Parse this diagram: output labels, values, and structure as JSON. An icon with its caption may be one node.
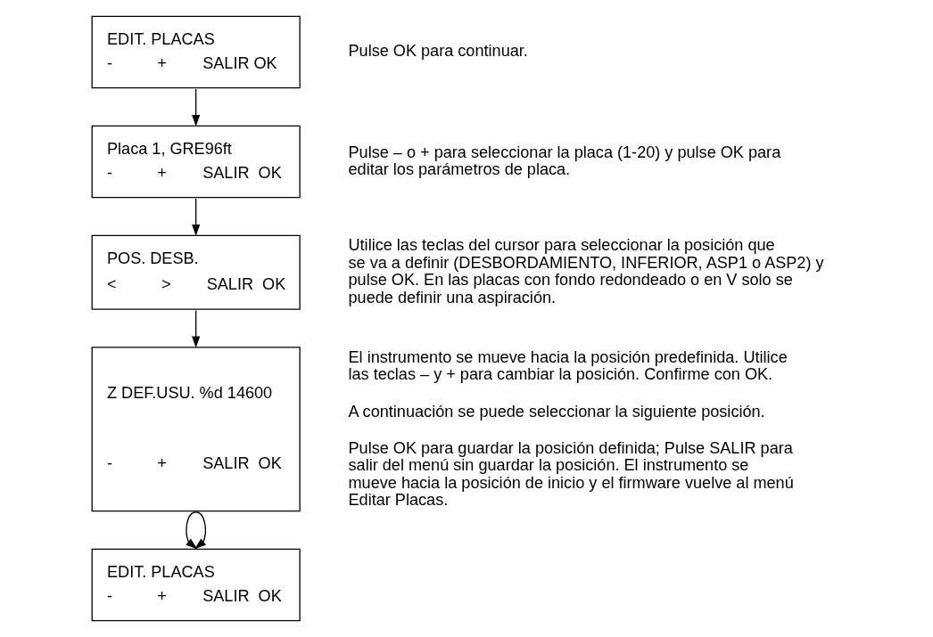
{
  "diagram": {
    "nodes": [
      {
        "text": [
          "EDIT. PLACAS",
          "-          +        SALIR OK"
        ],
        "beside": [
          "Pulse OK para continuar."
        ]
      },
      {
        "text": [
          "Placa 1, GRE96ft",
          "-          +        SALIR  OK"
        ],
        "beside": [
          "Pulse – o + para seleccionar la placa (1-20) y pulse OK para editar los parámetros de placa."
        ]
      },
      {
        "text": [
          "POS. DESB.",
          "<          >        SALIR  OK"
        ],
        "beside": [
          "Utilice las teclas del cursor para seleccionar la posición que se va a definir (DESBORDAMIENTO, INFERIOR, ASP1 o ASP2) y pulse OK. En las placas con fondo redondeado o en V solo se puede definir una aspiración."
        ]
      },
      {
        "text": [
          "Z DEF.USU. %d 14600",
          "-          +        SALIR  OK"
        ],
        "beside": [
          "El instrumento se mueve hacia la posición predefinida. Utilice las teclas – y + para cambiar la posición. Confirme con OK.",
          "A continuación se puede seleccionar la siguiente posición.",
          "Pulse OK para guardar la posición definida; Pulse SALIR para salir del menú sin guardar la posición. El instrumento se mueve hacia la posición de inicio y el firmware vuelve al menú Editar Placas."
        ]
      },
      {
        "text": [
          "EDIT. PLACAS",
          "-          +        SALIR  OK"
        ]
      }
    ],
    "edges": [
      {
        "from": 0,
        "to": 1,
        "arrow": "to"
      },
      {
        "from": 1,
        "to": 2,
        "arrow": "to"
      },
      {
        "from": 2,
        "to": 3,
        "arrow": "to"
      },
      {
        "from": 3,
        "to": 4,
        "arrow": "to"
      },
      {
        "from": 3,
        "to": 4,
        "arrow": "to"
      }
    ]
  }
}
